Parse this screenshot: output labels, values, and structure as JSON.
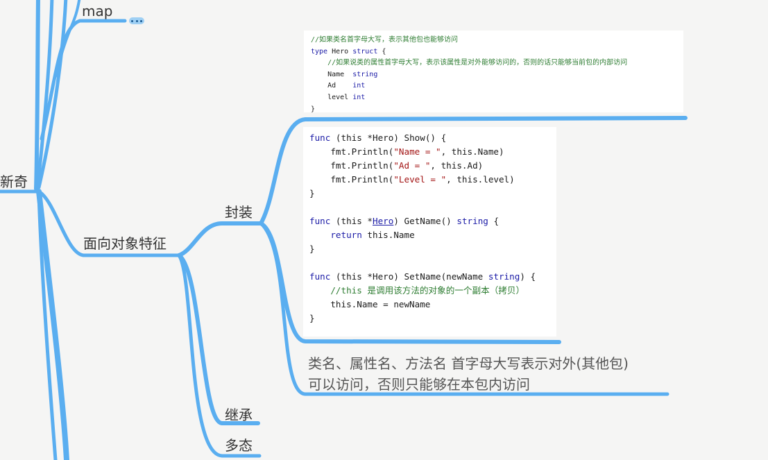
{
  "nodes": {
    "map": "map",
    "xinqi": "新奇",
    "oop": "面向对象特征",
    "fengzhuang": "封装",
    "jicheng": "继承",
    "duotai": "多态"
  },
  "note": "类名、属性名、方法名 首字母大写表示对外(其他包)\n可以访问，否则只能够在本包内访问",
  "struct_code": {
    "comment1": "//如果类名首字母大写，表示其他包也能够访问",
    "line_type": "type",
    "line_hero": " Hero ",
    "line_struct": "struct",
    "line_open": " {",
    "comment2": "    //如果说类的属性首字母大写，表示该属性是对外能够访问的，否则的话只能够当前包的内部访问",
    "field_name": "    Name  ",
    "field_name_type": "string",
    "field_ad": "    Ad    ",
    "field_ad_type": "int",
    "field_level": "    level ",
    "field_level_type": "int",
    "close": "}"
  },
  "methods_code": {
    "show_sig_a": "func",
    "show_sig_b": " (this *Hero) Show() {",
    "show_l1_a": "    fmt.Println(",
    "show_l1_str": "\"Name = \"",
    "show_l1_b": ", this.Name)",
    "show_l2_a": "    fmt.Println(",
    "show_l2_str": "\"Ad = \"",
    "show_l2_b": ", this.Ad)",
    "show_l3_a": "    fmt.Println(",
    "show_l3_str": "\"Level = \"",
    "show_l3_b": ", this.level)",
    "close1": "}",
    "get_a": "func",
    "get_b": " (this *",
    "get_hero": "Hero",
    "get_c": ") GetName() ",
    "get_type": "string",
    "get_d": " {",
    "get_ret_kw": "    return",
    "get_ret": " this.Name",
    "close2": "}",
    "set_a": "func",
    "set_b": " (this *Hero) SetName(newName ",
    "set_type": "string",
    "set_c": ") {",
    "set_comment": "    //this 是调用该方法的对象的一个副本（拷贝）",
    "set_assign": "    this.Name = newName",
    "close3": "}"
  },
  "colors": {
    "branch": "#5aaef0",
    "background": "#f5f5f4",
    "ellipsis_bg": "#9fd0f4"
  },
  "icons": [
    "more-dots-icon"
  ]
}
